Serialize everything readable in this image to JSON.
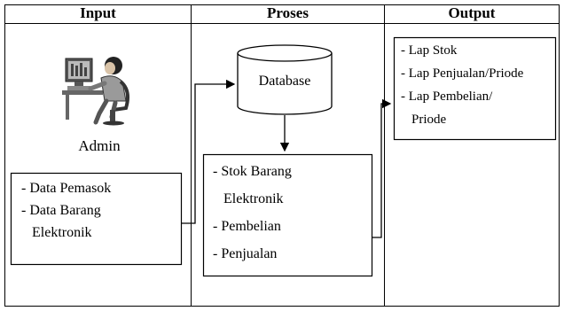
{
  "columns": {
    "input": "Input",
    "proses": "Proses",
    "output": "Output"
  },
  "admin": {
    "label": "Admin",
    "icon": "person-at-computer-icon"
  },
  "database": {
    "label": "Database"
  },
  "input_box": {
    "lines": [
      "- Data Pemasok",
      "- Data Barang",
      "  Elektronik"
    ]
  },
  "proses_box": {
    "lines": [
      "- Stok Barang",
      "  Elektronik",
      "- Pembelian",
      "- Penjualan"
    ]
  },
  "output_box": {
    "lines": [
      "- Lap Stok",
      "- Lap Penjualan/Priode",
      "- Lap Pembelian/",
      "  Priode"
    ]
  }
}
